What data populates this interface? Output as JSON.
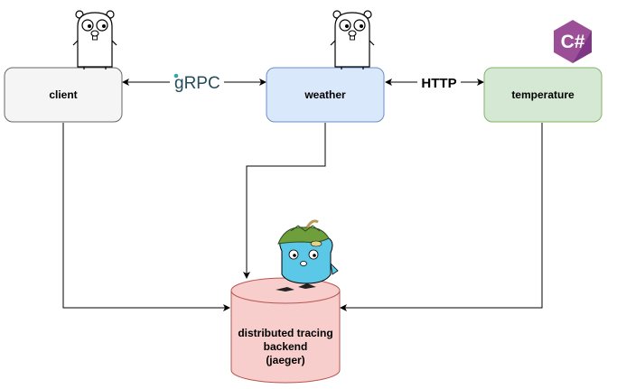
{
  "nodes": {
    "client": {
      "label": "client",
      "fill": "#f5f5f5",
      "stroke": "#666666"
    },
    "weather": {
      "label": "weather",
      "fill": "#dae8fc",
      "stroke": "#6c8ebf"
    },
    "temperature": {
      "label": "temperature",
      "fill": "#d5e8d4",
      "stroke": "#82b366"
    },
    "backend": {
      "label_lines": [
        "distributed tracing",
        "backend",
        "(jaeger)"
      ],
      "fill": "#f8cecc",
      "stroke": "#b85450"
    }
  },
  "edges": {
    "client_weather": {
      "label": "gRPC",
      "label_color": "#244c5a",
      "accent": "#2da6b0"
    },
    "weather_temperature": {
      "label": "HTTP"
    }
  },
  "icons": {
    "client": "go-gopher-icon",
    "weather": "go-gopher-icon",
    "temperature": "csharp-logo-icon",
    "backend": "jaeger-gopher-mascot-icon"
  },
  "csharp_logo": {
    "text": "C#",
    "color": "#9b4f96"
  }
}
